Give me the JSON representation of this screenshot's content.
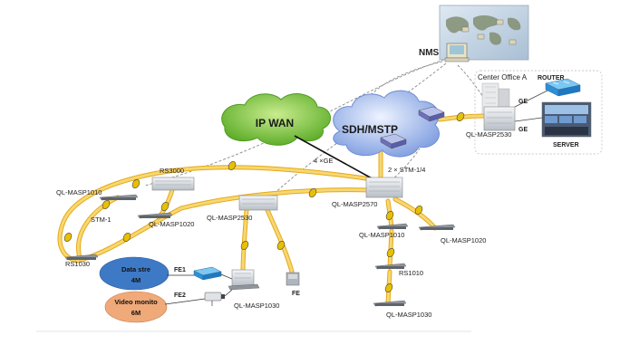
{
  "colors": {
    "fiber": "#f2c94c",
    "fiber_edge": "#e6a817",
    "fiber_marker": "#c9a400",
    "dashed": "#8a8a8a",
    "ipwan_cloud": "#7fc542",
    "sdh_cloud": "#9ab2e6",
    "ellipse_data": "#3e79c6",
    "ellipse_video": "#f0a978",
    "router": "#3aa0e8",
    "device": "#d9dde2",
    "office_border": "#cfcfcf"
  },
  "labels": {
    "nms": "NMS",
    "center_office": "Center Office A",
    "router": "ROUTER",
    "server": "SERVER",
    "ge_top": "GE",
    "ge_bottom": "GE",
    "ql_masp2530_top": "QL-MASP2530",
    "ip_wan": "IP WAN",
    "sdh_mstp": "SDH/MSTP",
    "four_ge": "4 ×GE",
    "two_stm": "2 × STM-1/4",
    "rs3000": "RS3000",
    "ql_masp1010_left": "QL-MASP1010",
    "stm1": "STM-1",
    "ql_masp1020_left": "QL-MASP1020",
    "rs1030": "RS1030",
    "ql_masp2530_mid": "QL-MASP2530",
    "ql_masp2570": "QL-MASP2570",
    "ql_masp1010_right": "QL-MASP1010",
    "ql_masp1020_right": "QL-MASP1020",
    "rs1010": "RS1010",
    "ql_masp1030_right": "QL-MASP1030",
    "data_ellipse_l1": "Data stre",
    "data_ellipse_l2": "4M",
    "video_ellipse_l1": "Video monito",
    "video_ellipse_l2": "6M",
    "fe1": "FE1",
    "fe2": "FE2",
    "fe": "FE",
    "ql_masp1030_bottom": "QL-MASP1030"
  }
}
